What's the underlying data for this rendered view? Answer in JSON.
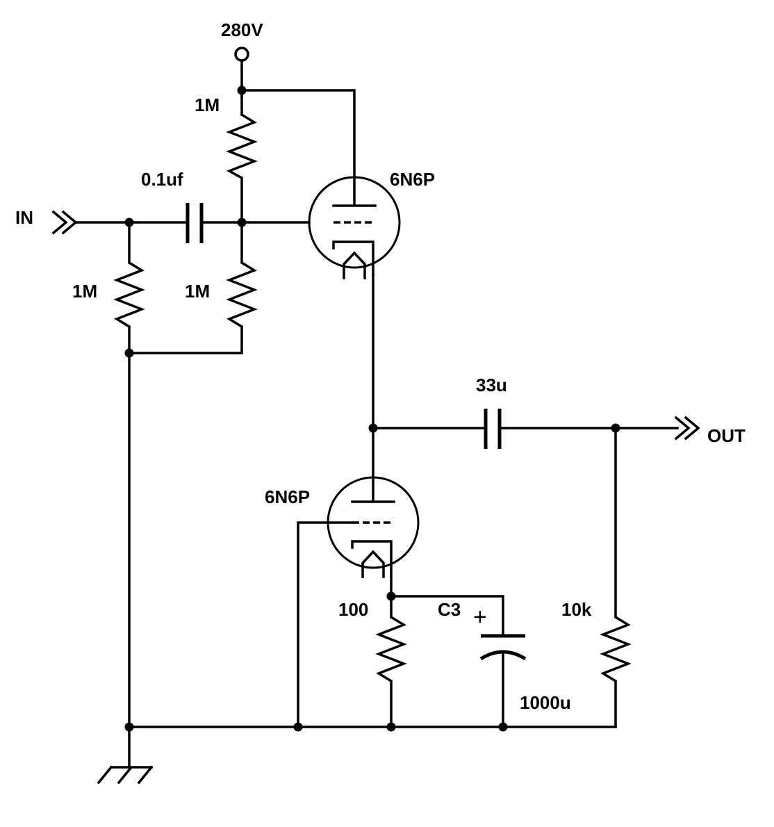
{
  "labels": {
    "supply": "280V",
    "r_top": "1M",
    "c_in": "0.1uf",
    "input": "IN",
    "r_in": "1M",
    "r_bias": "1M",
    "tube_top": "6N6P",
    "c_out": "33u",
    "output": "OUT",
    "tube_bottom": "6N6P",
    "r_cathode": "100",
    "c_bypass_ref": "C3",
    "c_bypass_plus": "+",
    "c_bypass_value": "1000u",
    "r_load": "10k"
  },
  "colors": {
    "ink": "#000000",
    "background": "#ffffff"
  }
}
